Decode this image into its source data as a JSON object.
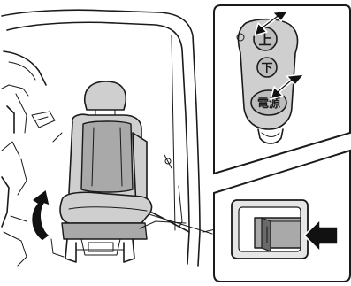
{
  "remote": {
    "up_label": "上",
    "down_label": "下",
    "power_label": "電源"
  }
}
